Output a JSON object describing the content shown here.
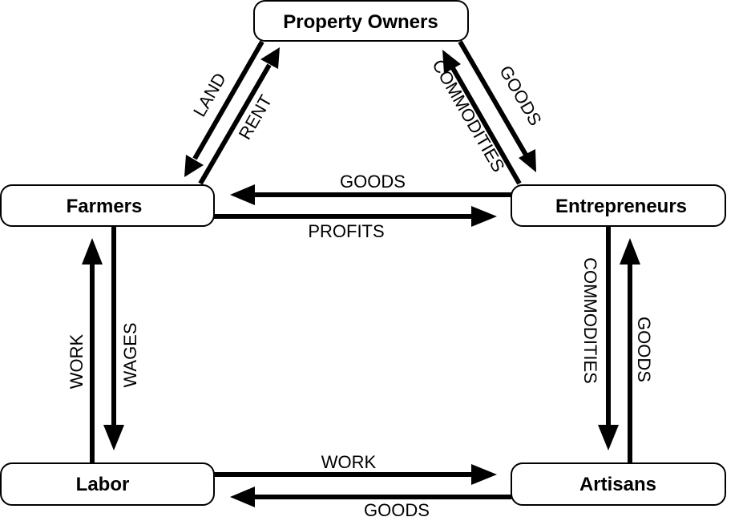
{
  "nodes": {
    "property_owners": "Property Owners",
    "farmers": "Farmers",
    "entrepreneurs": "Entrepreneurs",
    "labor": "Labor",
    "artisans": "Artisans"
  },
  "edges": {
    "land": "LAND",
    "rent": "RENT",
    "commodities_to_owners": "COMMODITIES",
    "goods_to_entrepreneurs": "GOODS",
    "goods_to_farmers": "GOODS",
    "profits": "PROFITS",
    "wages": "WAGES",
    "work_to_farmers": "WORK",
    "commodities_to_artisans": "COMMODITIES",
    "goods_to_entrepreneurs_from_artisans": "GOODS",
    "work_to_artisans": "WORK",
    "goods_to_labor": "GOODS"
  }
}
